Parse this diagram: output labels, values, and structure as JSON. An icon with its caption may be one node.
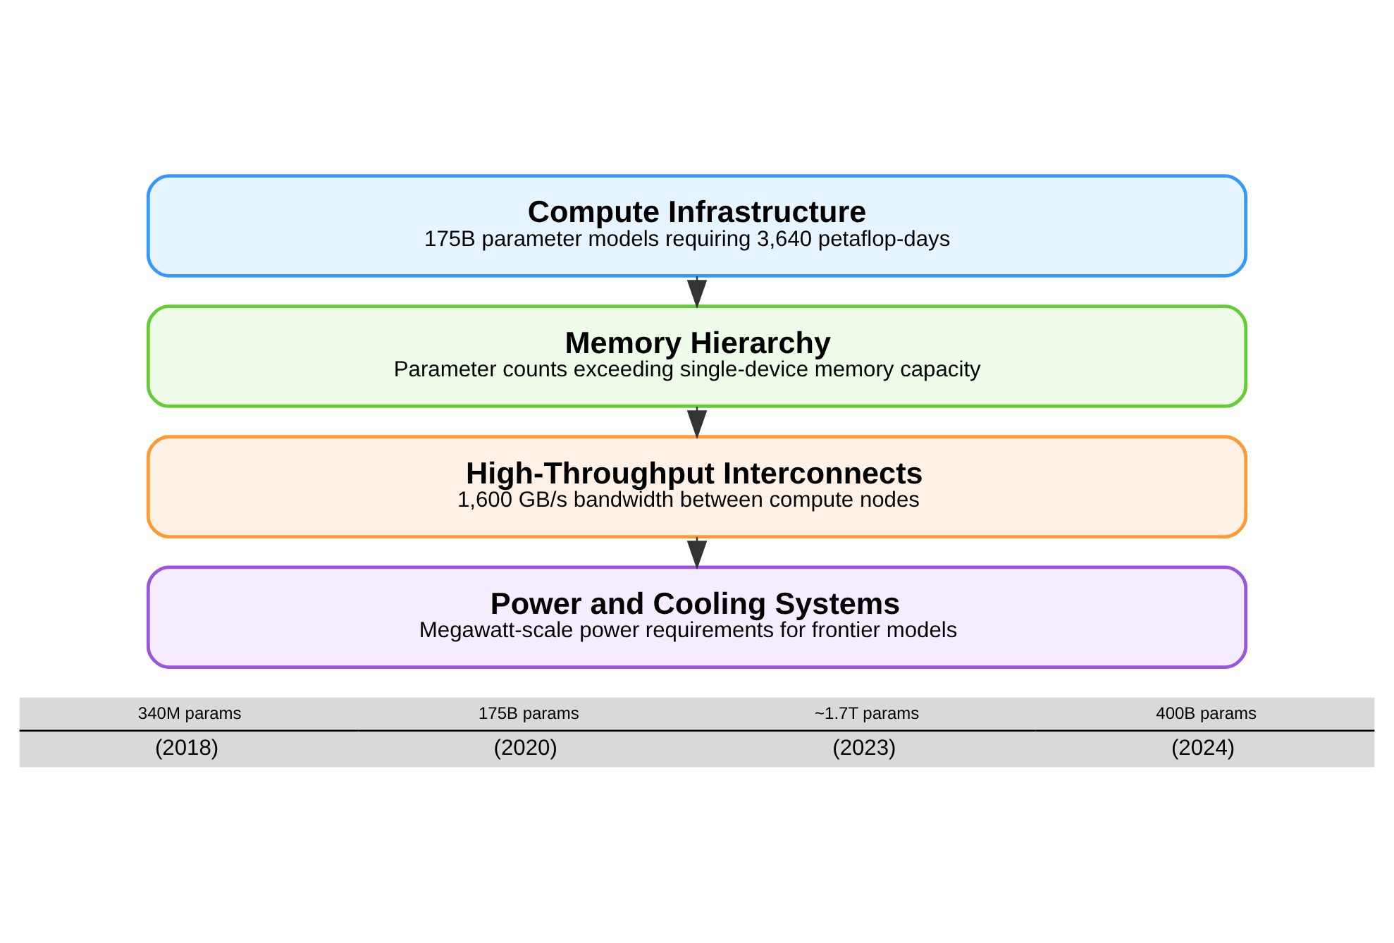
{
  "diagram": {
    "nodes": [
      {
        "text": [
          "Compute Infrastructure",
          "175B parameter models requiring 3,640 petaflop-days"
        ]
      },
      {
        "text": [
          "Memory Hierarchy",
          "Parameter counts exceeding single-device memory capacity"
        ]
      },
      {
        "text": [
          "High-Throughput Interconnects",
          "1,600 GB/s bandwidth between compute nodes"
        ]
      },
      {
        "text": [
          "Power and Cooling Systems",
          "Megawatt-scale power requirements for frontier models"
        ]
      }
    ],
    "edges": [
      {
        "from": 0,
        "to": 1,
        "arrow": "to"
      },
      {
        "from": 1,
        "to": 2,
        "arrow": "to"
      },
      {
        "from": 2,
        "to": 3,
        "arrow": "to"
      }
    ],
    "labels": [
      "340M params",
      "175B params",
      "~1.7T params",
      "400B params",
      "(2018)",
      "(2020)",
      "(2023)",
      "(2024)"
    ]
  }
}
